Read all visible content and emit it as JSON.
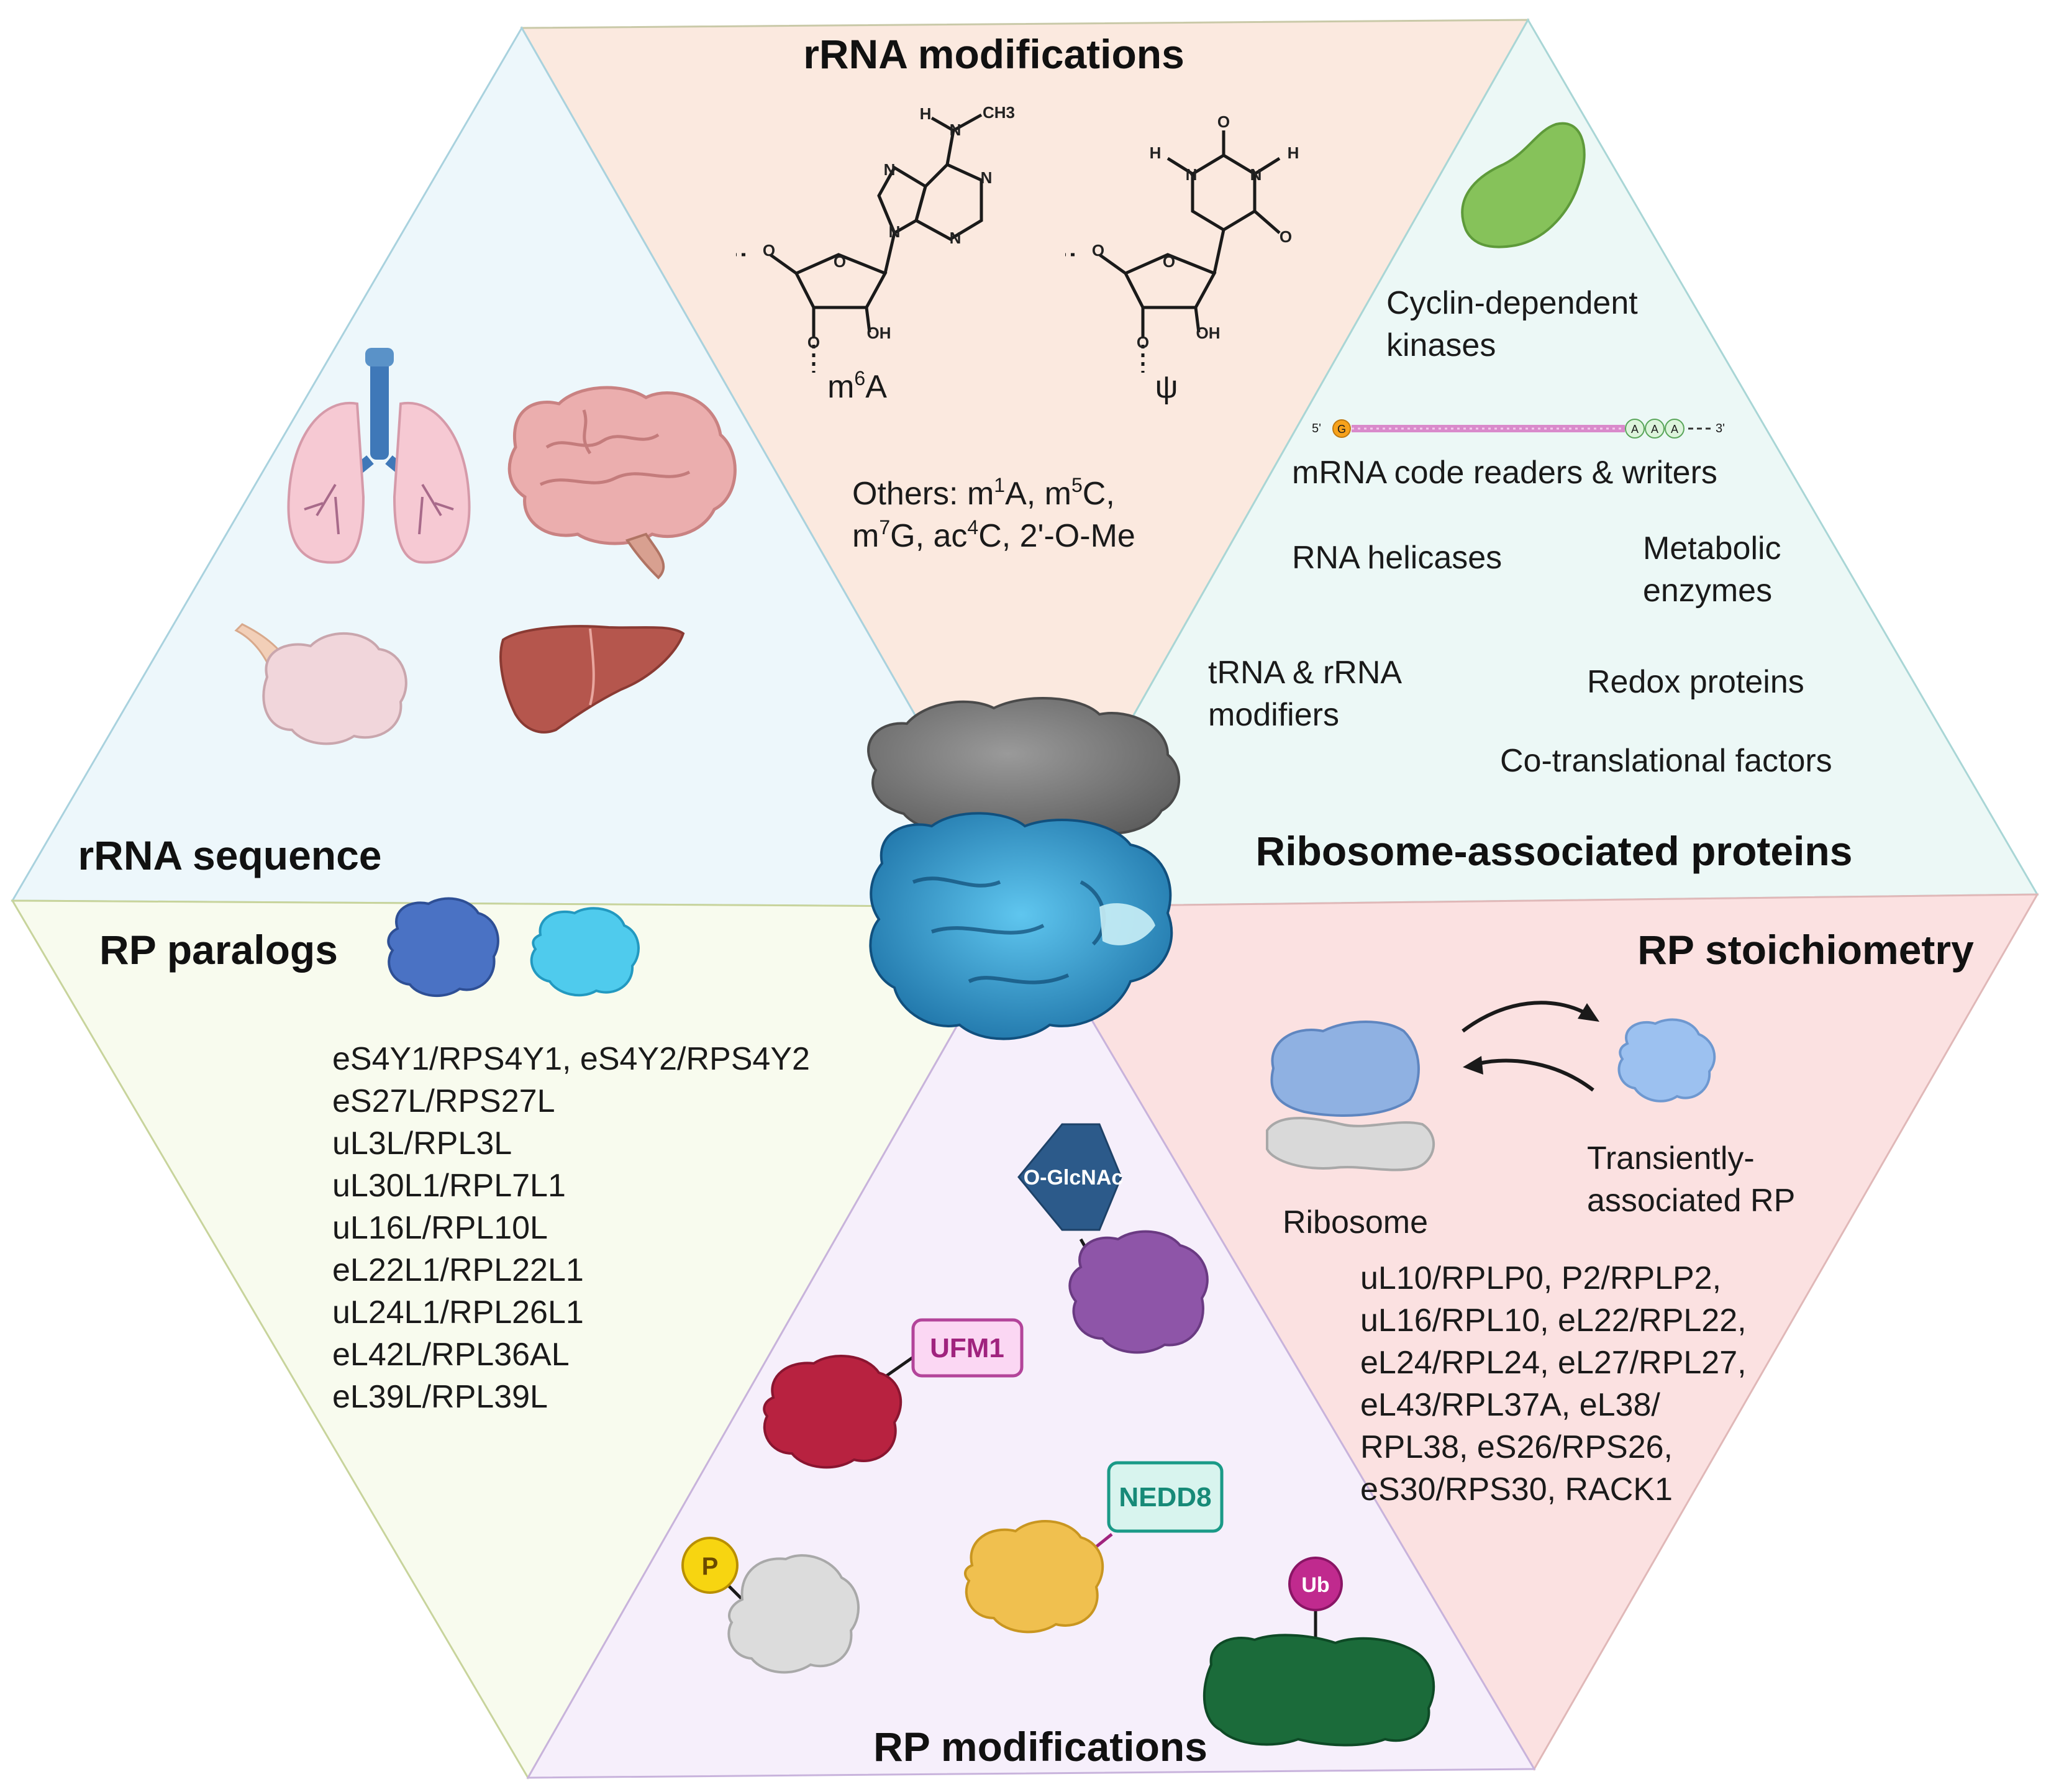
{
  "sections": {
    "rrna_modifications": {
      "title": "rRNA modifications",
      "m6a_label": "m6A",
      "psi_label": "ψ",
      "others_line1": "Others: m1A, m5C,",
      "others_line2": "m7G, ac4C, 2'-O-Me",
      "m6a_atoms": {
        "h": "H",
        "n": "N",
        "ch3": "CH3",
        "o": "O",
        "oh": "OH"
      },
      "psi_atoms": {
        "h": "H",
        "n": "N",
        "o": "O",
        "oh": "OH"
      }
    },
    "ribosome_associated_proteins": {
      "title": "Ribosome-associated proteins",
      "mrna_5prime": "5'",
      "mrna_cap": "G",
      "mrna_polya": "A",
      "mrna_3prime": "3'",
      "items": [
        {
          "line1": "Cyclin-dependent",
          "line2": "kinases"
        },
        {
          "line1": "mRNA code readers & writers",
          "line2": ""
        },
        {
          "line1": "RNA helicases",
          "line2": ""
        },
        {
          "line1": "Metabolic",
          "line2": "enzymes"
        },
        {
          "line1": "tRNA & rRNA",
          "line2": "modifiers"
        },
        {
          "line1": "Redox proteins",
          "line2": ""
        },
        {
          "line1": "Co-translational factors",
          "line2": ""
        }
      ]
    },
    "rrna_sequence": {
      "title": "rRNA sequence"
    },
    "rp_paralogs": {
      "title": "RP paralogs",
      "items": [
        "eS4Y1/RPS4Y1, eS4Y2/RPS4Y2",
        "eS27L/RPS27L",
        "uL3L/RPL3L",
        "uL30L1/RPL7L1",
        "uL16L/RPL10L",
        "eL22L1/RPL22L1",
        "uL24L1/RPL26L1",
        "eL42L/RPL36AL",
        "eL39L/RPL39L"
      ]
    },
    "rp_stoichiometry": {
      "title": "RP stoichiometry",
      "ribosome_label": "Ribosome",
      "transient_line1": "Transiently-",
      "transient_line2": "associated RP",
      "items": [
        "uL10/RPLP0, P2/RPLP2,",
        "uL16/RPL10, eL22/RPL22,",
        "eL24/RPL24, eL27/RPL27,",
        "eL43/RPL37A, eL38/",
        "RPL38, eS26/RPS26,",
        "eS30/RPS30, RACK1"
      ]
    },
    "rp_modifications": {
      "title": "RP modifications",
      "tags": {
        "oglcnac": "O-GlcNAc",
        "ufm1": "UFM1",
        "nedd8": "NEDD8",
        "p": "P",
        "ub": "Ub"
      }
    }
  },
  "colors": {
    "peach": "#fbe9df",
    "mint": "#ecf8f6",
    "sky": "#edf7fb",
    "cream": "#f8fbee",
    "pink": "#fbe1e1",
    "lavender": "#f6effb"
  }
}
